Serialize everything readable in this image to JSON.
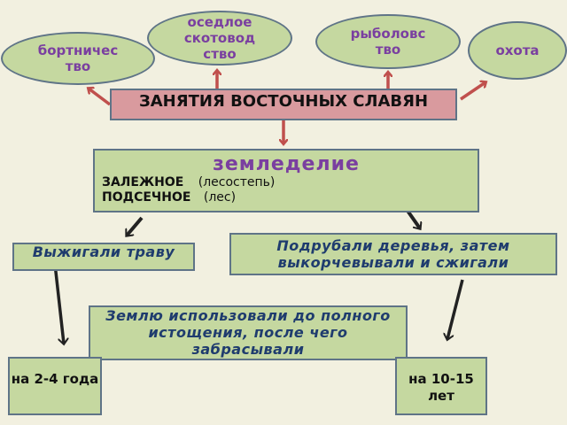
{
  "title": "ЗАНЯТИЯ ВОСТОЧНЫХ СЛАВЯН",
  "activities": {
    "beekeeping": "бортничес тво",
    "herding": "оседлое скотовод ство",
    "fishing": "рыболовс тво",
    "hunting": "охота"
  },
  "agriculture": {
    "heading": "земледелие",
    "type1_name": "ЗАЛЕЖНОЕ",
    "type1_zone": "(лесостепь)",
    "type2_name": "ПОДСЕЧНОЕ",
    "type2_zone": "(лес)"
  },
  "steps": {
    "burn_grass": "Выжигали траву",
    "cut_trees": "Подрубали деревья, затем выкорчевывали и сжигали",
    "exhaust_land": "Землю использовали до полного истощения, после чего забрасывали"
  },
  "durations": {
    "short": "на 2-4 года",
    "long": "на 10-15 лет"
  },
  "colors": {
    "background": "#f2f0e0",
    "node_fill": "#c5d8a0",
    "title_fill": "#d99a9e",
    "oval_text": "#7a3fa0",
    "step_text": "#1f3c6e",
    "arrow_red": "#c0504d",
    "arrow_black": "#222222"
  }
}
